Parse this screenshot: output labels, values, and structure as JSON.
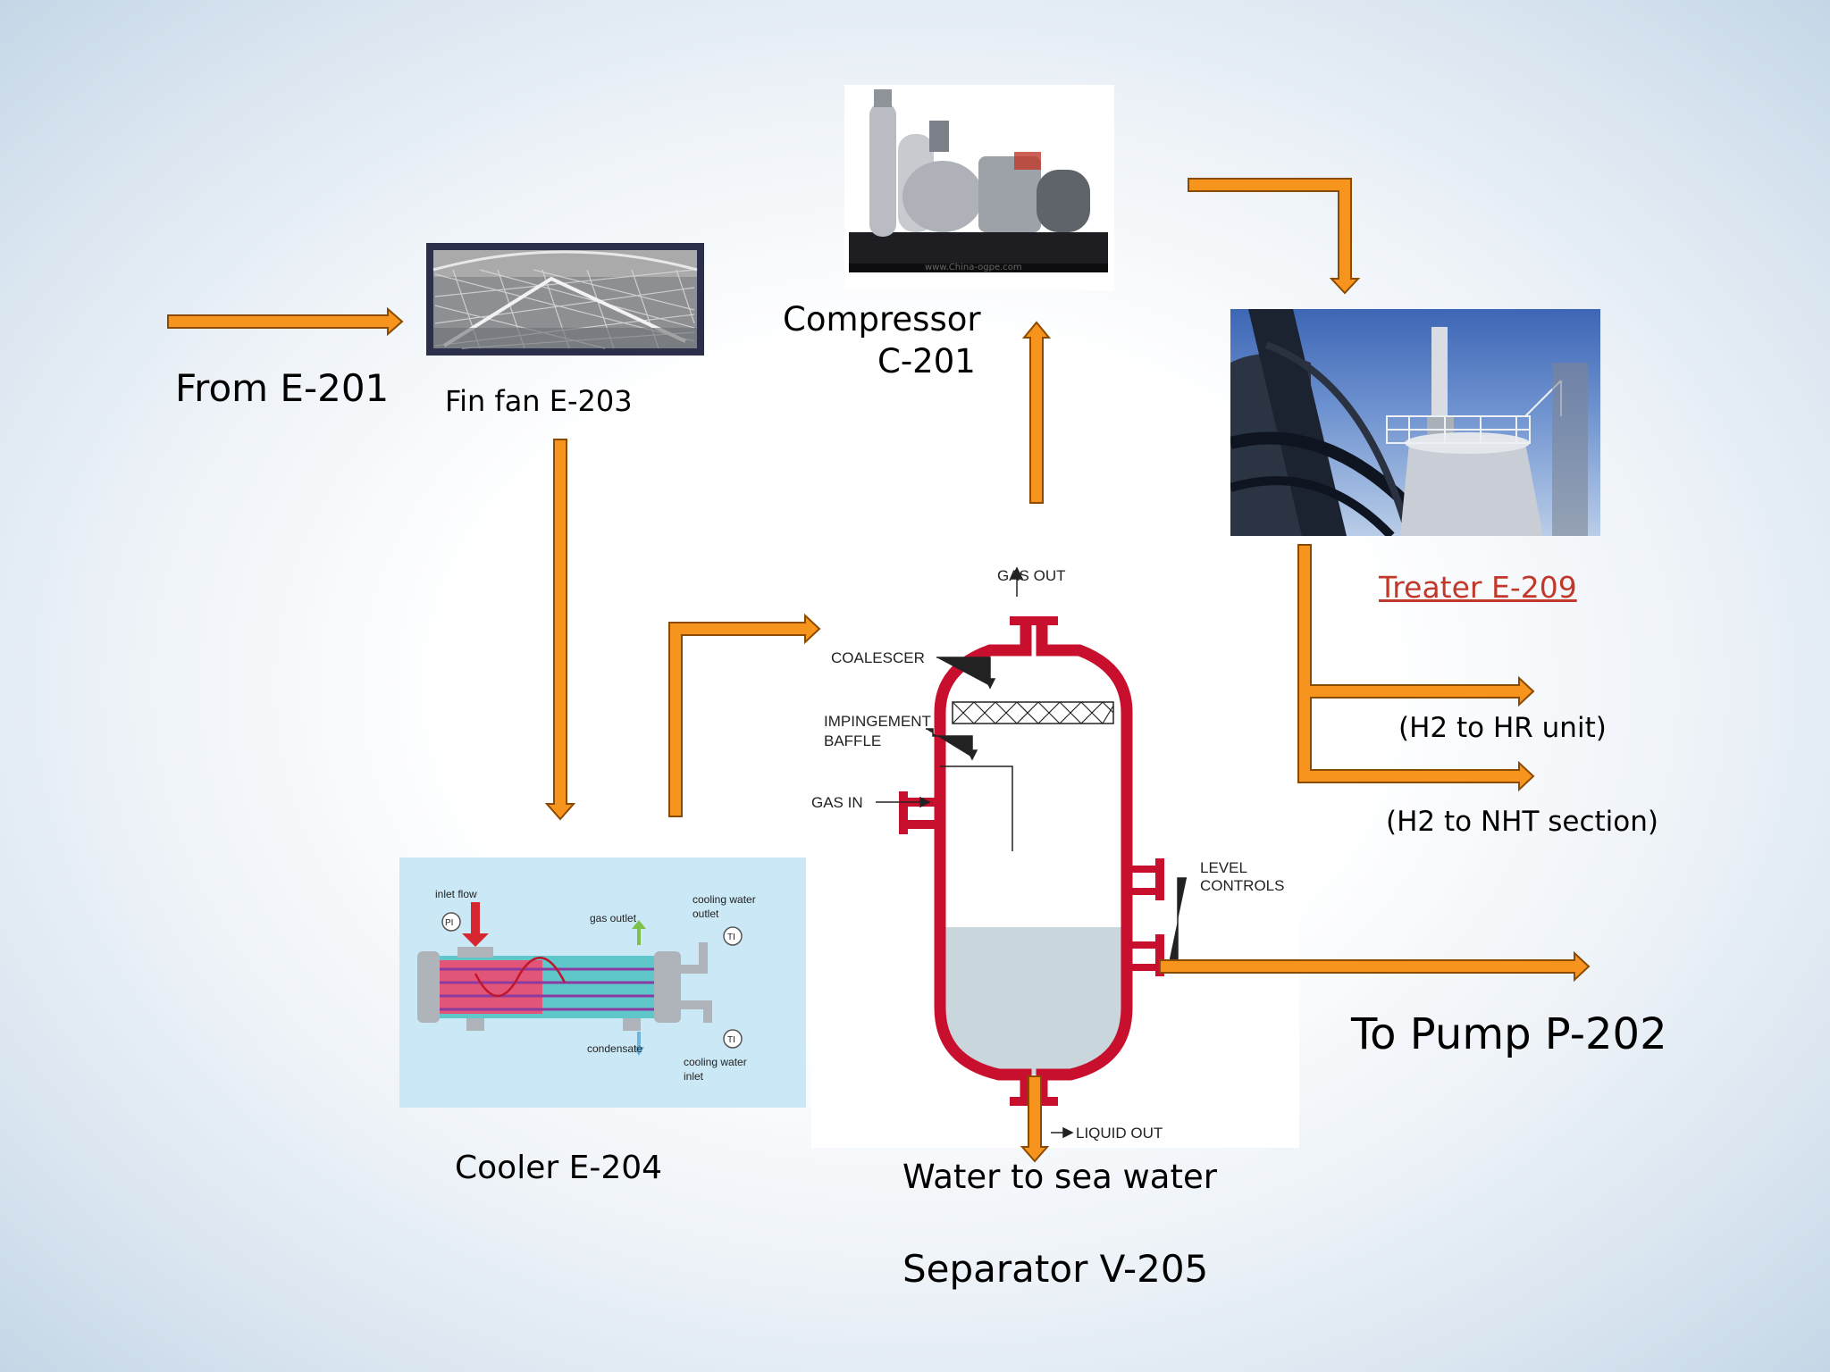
{
  "labels": {
    "from": "From E-201",
    "finfan": "Fin fan E-203",
    "compressor_line1": "Compressor",
    "compressor_line2": "C-201",
    "treater": "Treater E-209",
    "h2_hr": "(H2 to HR unit)",
    "h2_nht": "(H2 to NHT section)",
    "pump": "To Pump P-202",
    "cooler": "Cooler E-204",
    "water": "Water to sea water",
    "separator": "Separator V-205"
  },
  "separator_diagram": {
    "gas_out": "GAS OUT",
    "coalescer": "COALESCER",
    "impingement_1": "IMPINGEMENT",
    "impingement_2": "BAFFLE",
    "gas_in": "GAS IN",
    "level_1": "LEVEL",
    "level_2": "CONTROLS",
    "liquid_out": "LIQUID OUT"
  },
  "cooler_diagram": {
    "inlet_flow": "inlet flow",
    "gas_outlet": "gas outlet",
    "cw_outlet_1": "cooling water",
    "cw_outlet_2": "outlet",
    "condensate": "condensate",
    "cw_inlet_1": "cooling water",
    "cw_inlet_2": "inlet",
    "pi": "PI",
    "ti": "TI"
  },
  "compressor_watermark": "www.China-ogpe.com",
  "colors": {
    "arrow_fill": "#f7941d",
    "arrow_stroke": "#8a4b00",
    "vessel_red": "#c8102e",
    "link_red": "#c0392b",
    "liquid": "#c9d6dc"
  }
}
